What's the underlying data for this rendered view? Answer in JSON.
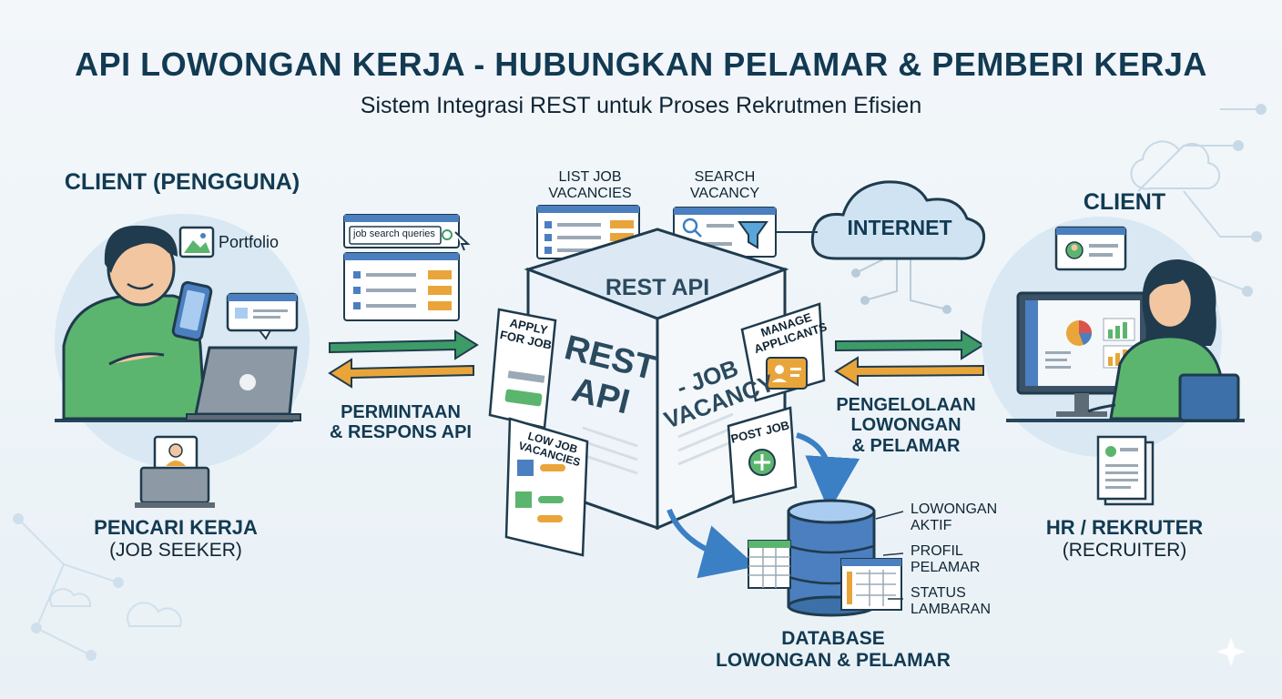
{
  "title": "API LOWONGAN KERJA - HUBUNGKAN PELAMAR & PEMBERI KERJA",
  "subtitle": "Sistem Integrasi REST untuk Proses Rekrutmen Efisien",
  "left": {
    "client_label": "CLIENT (PENGGUNA)",
    "portfolio": "Portfolio",
    "search_query": "job search queries",
    "flow_label_1": "PERMINTAAN",
    "flow_label_2": "& RESPONS API",
    "role_1": "PENCARI KERJA",
    "role_2": "(JOB SEEKER)"
  },
  "center": {
    "list_label_1": "LIST JOB",
    "list_label_2": "VACANCIES",
    "search_label_1": "SEARCH",
    "search_label_2": "VACANCY",
    "internet": "INTERNET",
    "top_face": "REST API",
    "left_face_1": "REST",
    "left_face_2": "API",
    "right_face_1": "- JOB",
    "right_face_2": "VACANCY",
    "apply_1": "APPLY",
    "apply_2": "FOR JOB",
    "manage_1": "MANAGE",
    "manage_2": "APPLICANTS",
    "low_1": "LOW JOB",
    "low_2": "VACANCIES",
    "post_job": "POST JOB"
  },
  "database": {
    "label_1": "DATABASE",
    "label_2": "LOWONGAN & PELAMAR",
    "items": [
      {
        "line1": "LOWONGAN",
        "line2": "AKTIF"
      },
      {
        "line1": "PROFIL",
        "line2": "PELAMAR"
      },
      {
        "line1": "STATUS",
        "line2": "LAMBARAN"
      }
    ]
  },
  "right": {
    "client_label": "CLIENT",
    "flow_label_1": "PENGELOLAAN",
    "flow_label_2": "LOWONGAN",
    "flow_label_3": "& PELAMAR",
    "role_1": "HR / REKRUTER",
    "role_2": "(RECRUITER)"
  },
  "colors": {
    "navy": "#123a52",
    "arrow_green": "#3d9b67",
    "arrow_orange": "#e9a53a",
    "blue_arrow": "#3b7fc4",
    "person_green": "#5bb56e"
  },
  "icons": [
    "portfolio-image-icon",
    "search-icon",
    "filter-icon",
    "cloud-icon",
    "plus-icon",
    "chat-icon",
    "document-icon",
    "database-icon",
    "laptop-icon",
    "phone-icon"
  ]
}
